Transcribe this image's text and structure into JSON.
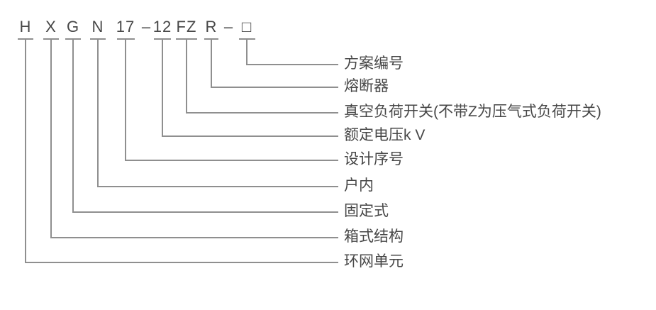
{
  "diagram": {
    "title_code": "HXGN17-12FZR-□",
    "separator": "–",
    "colors": {
      "text": "#474747",
      "line": "#8f8f8f",
      "background": "#ffffff"
    },
    "segments": [
      {
        "code": "H",
        "label": "环网单元"
      },
      {
        "code": "X",
        "label": "箱式结构"
      },
      {
        "code": "G",
        "label": "固定式"
      },
      {
        "code": "N",
        "label": "户内"
      },
      {
        "code": "17",
        "label": "设计序号"
      },
      {
        "code": "12",
        "label": "额定电压k V"
      },
      {
        "code": "FZ",
        "label": "真空负荷开关(不带Z为压气式负荷开关)"
      },
      {
        "code": "R",
        "label": "熔断器"
      },
      {
        "code": "□",
        "label": "方案编号"
      }
    ]
  }
}
